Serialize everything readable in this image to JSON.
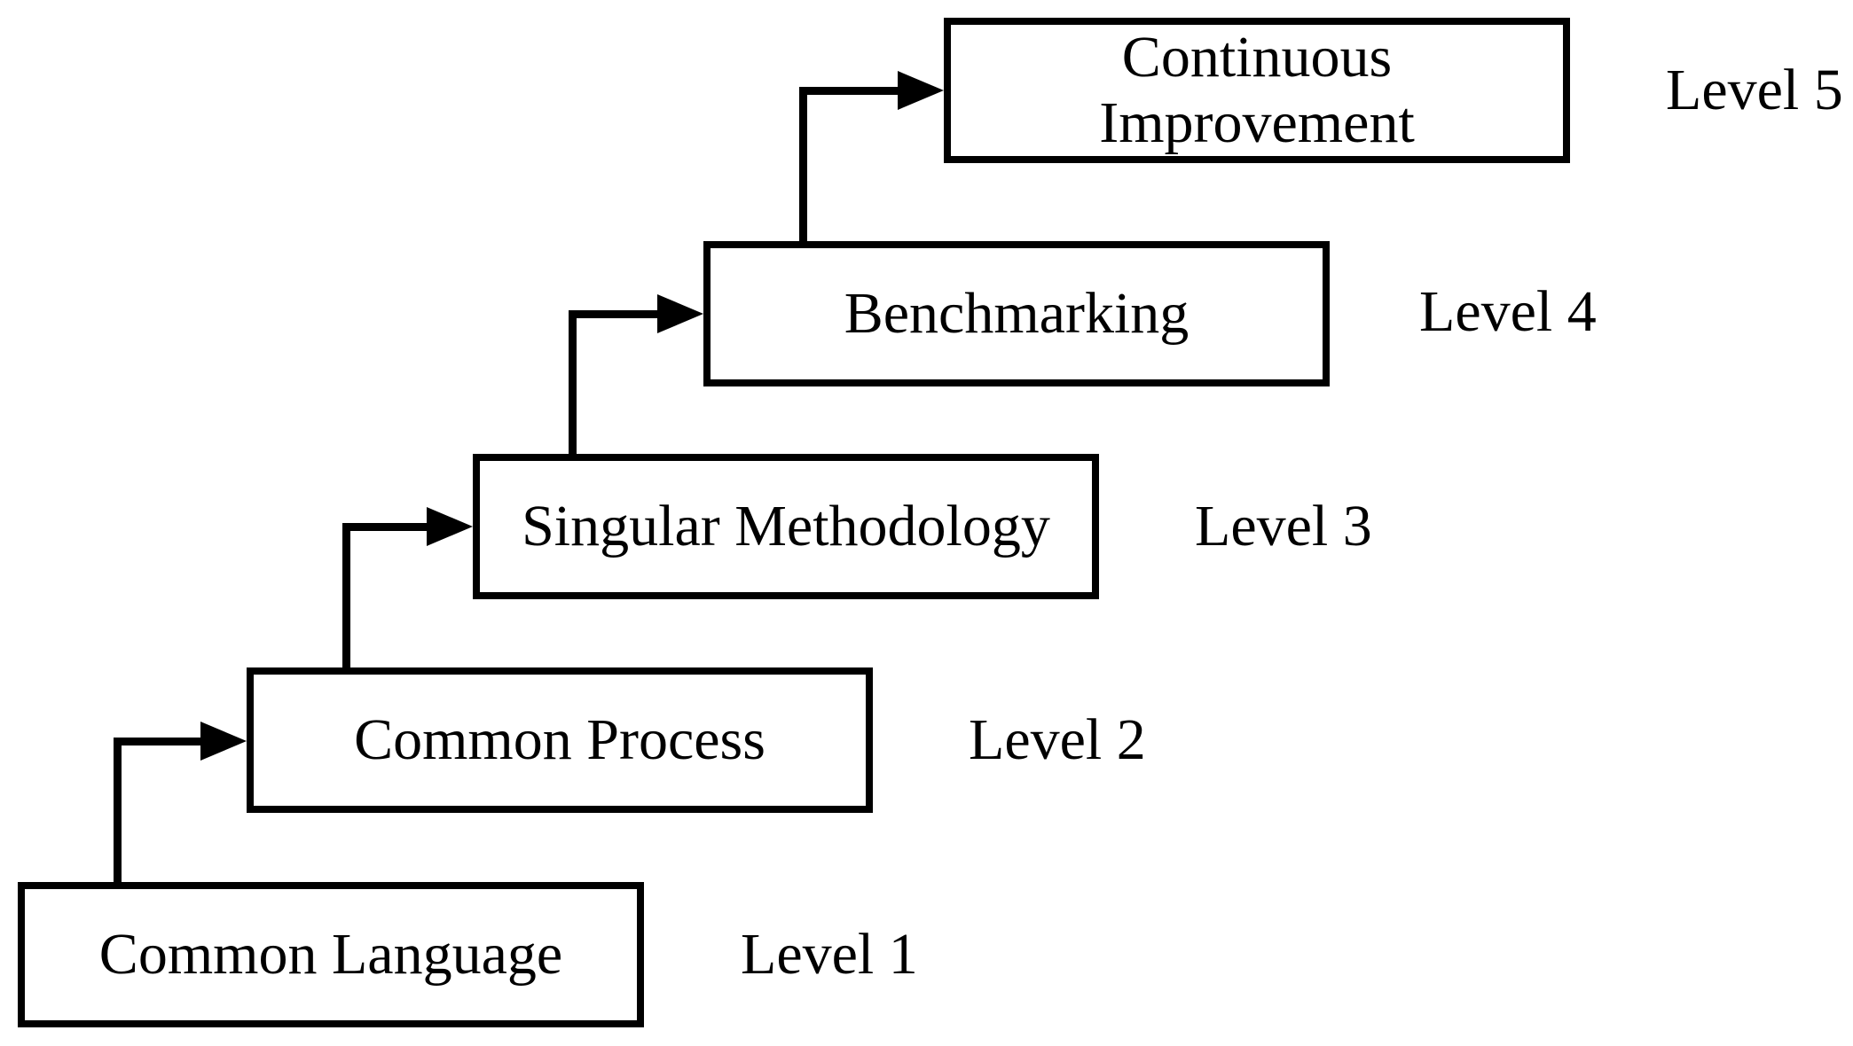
{
  "diagram": {
    "background_color": "#ffffff",
    "line_color": "#000000",
    "box_fill": "#ffffff",
    "levels": [
      {
        "box_lines": [
          "Common Language"
        ],
        "level_label": "Level 1"
      },
      {
        "box_lines": [
          "Common Process"
        ],
        "level_label": "Level 2"
      },
      {
        "box_lines": [
          "Singular Methodology"
        ],
        "level_label": "Level 3"
      },
      {
        "box_lines": [
          "Benchmarking"
        ],
        "level_label": "Level 4"
      },
      {
        "box_lines": [
          "Continuous",
          "Improvement"
        ],
        "level_label": "Level 5"
      }
    ],
    "arrows": [
      {
        "from": "Level 1",
        "to": "Level 2"
      },
      {
        "from": "Level 2",
        "to": "Level 3"
      },
      {
        "from": "Level 3",
        "to": "Level 4"
      },
      {
        "from": "Level 4",
        "to": "Level 5"
      }
    ]
  }
}
